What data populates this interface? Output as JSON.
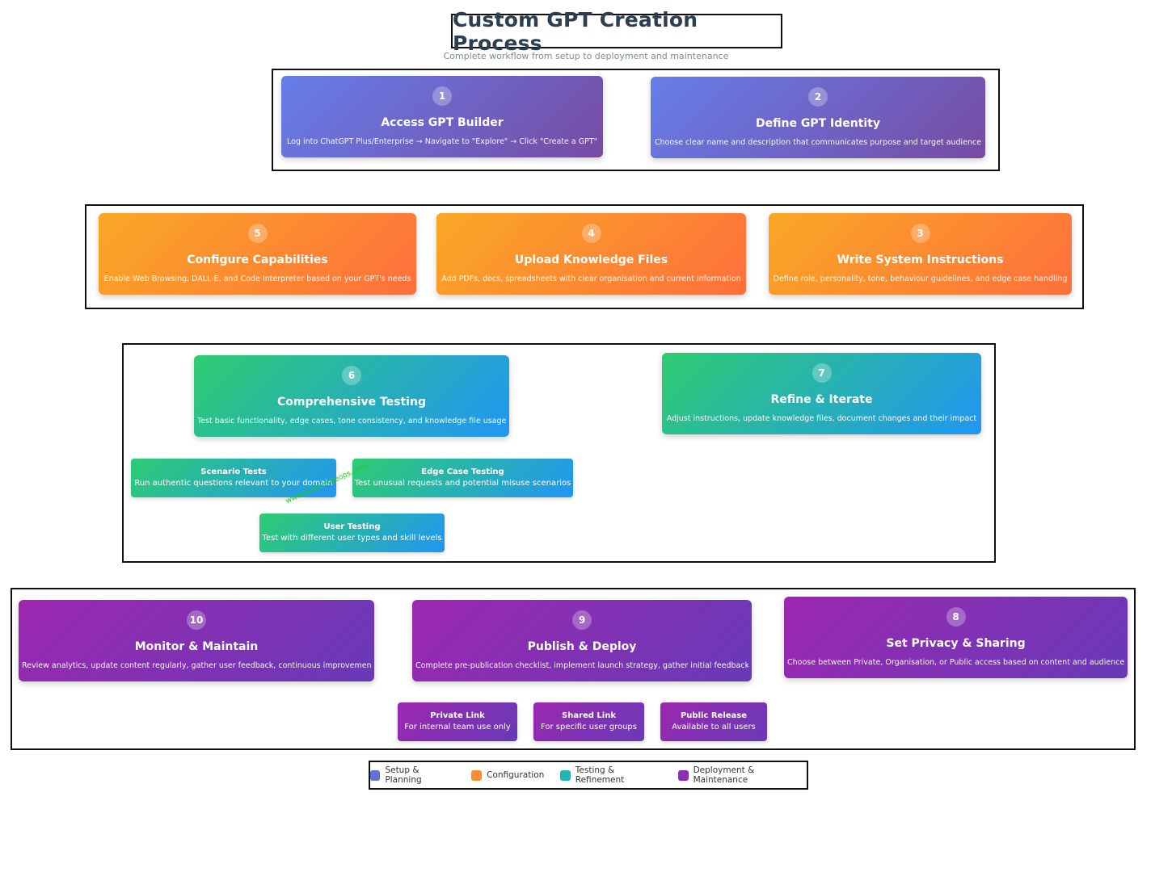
{
  "header": {
    "title": "Custom GPT Creation Process",
    "subtitle": "Complete workflow from setup to deployment and maintenance"
  },
  "steps": {
    "s1": {
      "num": "1",
      "title": "Access GPT Builder",
      "desc": "Log into ChatGPT Plus/Enterprise → Navigate to \"Explore\" → Click \"Create a GPT\""
    },
    "s2": {
      "num": "2",
      "title": "Define GPT Identity",
      "desc": "Choose clear name and description that communicates purpose and target audience"
    },
    "s3": {
      "num": "3",
      "title": "Write System Instructions",
      "desc": "Define role, personality, tone, behaviour guidelines, and edge case handling"
    },
    "s4": {
      "num": "4",
      "title": "Upload Knowledge Files",
      "desc": "Add PDFs, docs, spreadsheets with clear organisation and current information"
    },
    "s5": {
      "num": "5",
      "title": "Configure Capabilities",
      "desc": "Enable Web Browsing, DALL-E, and Code Interpreter based on your GPT's needs"
    },
    "s6": {
      "num": "6",
      "title": "Comprehensive Testing",
      "desc": "Test basic functionality, edge cases, tone consistency, and knowledge file usage"
    },
    "s7": {
      "num": "7",
      "title": "Refine & Iterate",
      "desc": "Adjust instructions, update knowledge files, document changes and their impact"
    },
    "s8": {
      "num": "8",
      "title": "Set Privacy & Sharing",
      "desc": "Choose between Private, Organisation, or Public access based on content and audience"
    },
    "s9": {
      "num": "9",
      "title": "Publish & Deploy",
      "desc": "Complete pre-publication checklist, implement launch strategy, gather initial feedback"
    },
    "s10": {
      "num": "10",
      "title": "Monitor & Maintain",
      "desc": "Review analytics, update content regularly, gather user feedback, continuous improvement"
    }
  },
  "testing_substeps": {
    "scenario": {
      "title": "Scenario Tests",
      "desc": "Run authentic questions relevant to your domain"
    },
    "edge": {
      "title": "Edge Case Testing",
      "desc": "Test unusual requests and potential misuse scenarios"
    },
    "user": {
      "title": "User Testing",
      "desc": "Test with different user types and skill levels"
    }
  },
  "sharing_options": {
    "private": {
      "title": "Private Link",
      "desc": "For internal team use only"
    },
    "shared": {
      "title": "Shared Link",
      "desc": "For specific user groups"
    },
    "public": {
      "title": "Public Release",
      "desc": "Available to all users"
    }
  },
  "watermark": "www.blackmoreops.com",
  "legend": [
    {
      "label": "Setup & Planning",
      "color": "#6a6fd8"
    },
    {
      "label": "Configuration",
      "color": "#fb8c32"
    },
    {
      "label": "Testing & Refinement",
      "color": "#1fb5b5"
    },
    {
      "label": "Deployment & Maintenance",
      "color": "#8e2db8"
    }
  ]
}
